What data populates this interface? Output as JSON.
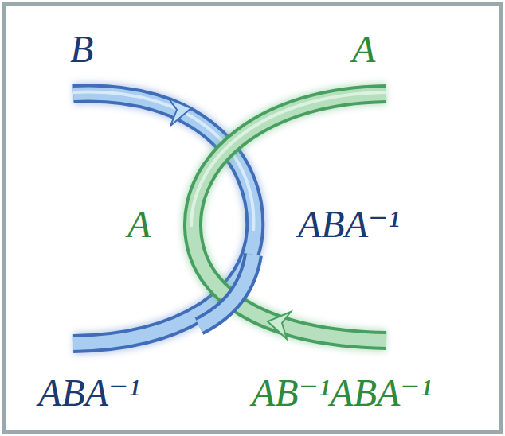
{
  "diagram": {
    "labels": [
      "B",
      "A",
      "A",
      "ABA⁻¹",
      "ABA⁻¹",
      "AB⁻¹ABA⁻¹"
    ]
  }
}
